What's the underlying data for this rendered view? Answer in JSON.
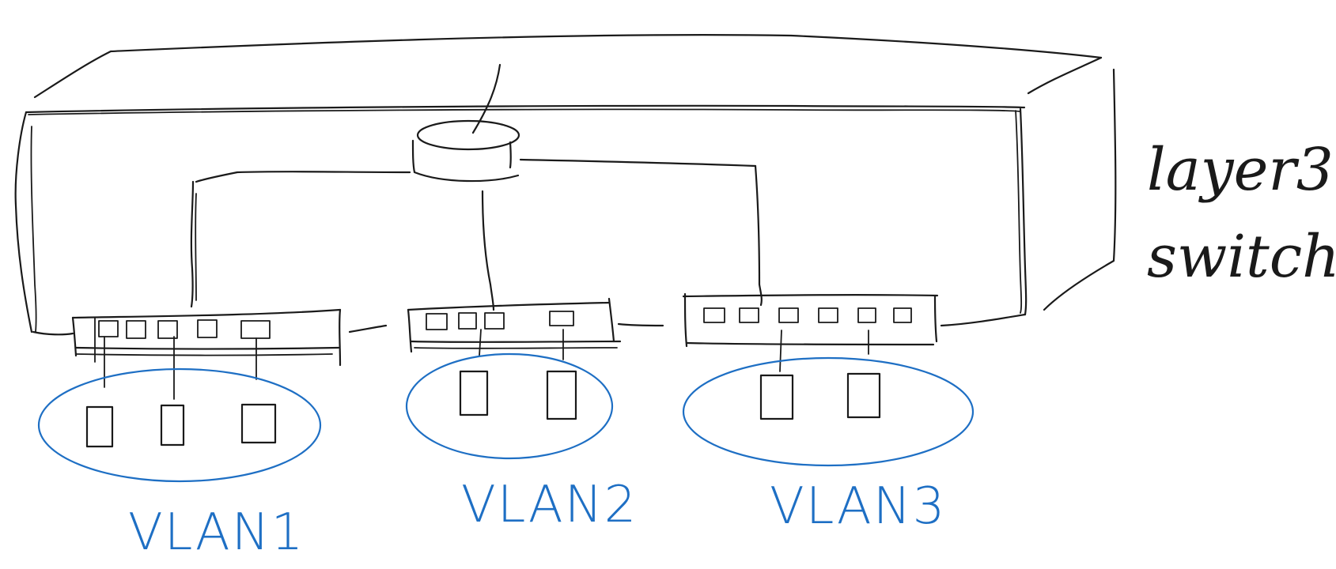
{
  "labels": {
    "device": [
      "layer3",
      "switch"
    ],
    "vlan1": "VLAN1",
    "vlan2": "VLAN2",
    "vlan3": "VLAN3"
  },
  "colors": {
    "ink": "#1a1a1a",
    "vlan": "#1e6fc4"
  },
  "icons": {
    "router": "router-icon",
    "switch": "switch-icon",
    "host": "host-icon"
  }
}
